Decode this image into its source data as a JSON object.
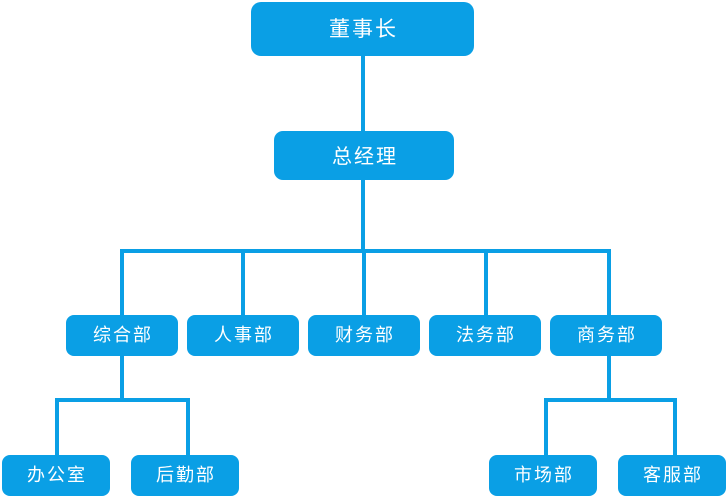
{
  "chart_data": {
    "type": "diagram",
    "title": "",
    "orientation": "top-down",
    "node_color": "#0a9fe5",
    "line_color": "#0a9fe5",
    "text_color": "#ffffff",
    "background": "#ffffff",
    "levels": [
      {
        "level": 1,
        "labels": [
          "董事长"
        ]
      },
      {
        "level": 2,
        "labels": [
          "总经理"
        ]
      },
      {
        "level": 3,
        "labels": [
          "综合部",
          "人事部",
          "财务部",
          "法务部",
          "商务部"
        ]
      },
      {
        "level": 4,
        "labels": [
          "办公室",
          "后勤部",
          "市场部",
          "客服部"
        ]
      }
    ],
    "edges": [
      {
        "from": "董事长",
        "to": "总经理"
      },
      {
        "from": "总经理",
        "to": "综合部"
      },
      {
        "from": "总经理",
        "to": "人事部"
      },
      {
        "from": "总经理",
        "to": "财务部"
      },
      {
        "from": "总经理",
        "to": "法务部"
      },
      {
        "from": "总经理",
        "to": "商务部"
      },
      {
        "from": "综合部",
        "to": "办公室"
      },
      {
        "from": "综合部",
        "to": "后勤部"
      },
      {
        "from": "商务部",
        "to": "市场部"
      },
      {
        "from": "商务部",
        "to": "客服部"
      }
    ]
  },
  "chart": {
    "root": {
      "label": "董事长"
    },
    "manager": {
      "label": "总经理"
    },
    "departments": [
      {
        "label": "综合部"
      },
      {
        "label": "人事部"
      },
      {
        "label": "财务部"
      },
      {
        "label": "法务部"
      },
      {
        "label": "商务部"
      }
    ],
    "subunits": [
      {
        "label": "办公室"
      },
      {
        "label": "后勤部"
      },
      {
        "label": "市场部"
      },
      {
        "label": "客服部"
      }
    ]
  }
}
